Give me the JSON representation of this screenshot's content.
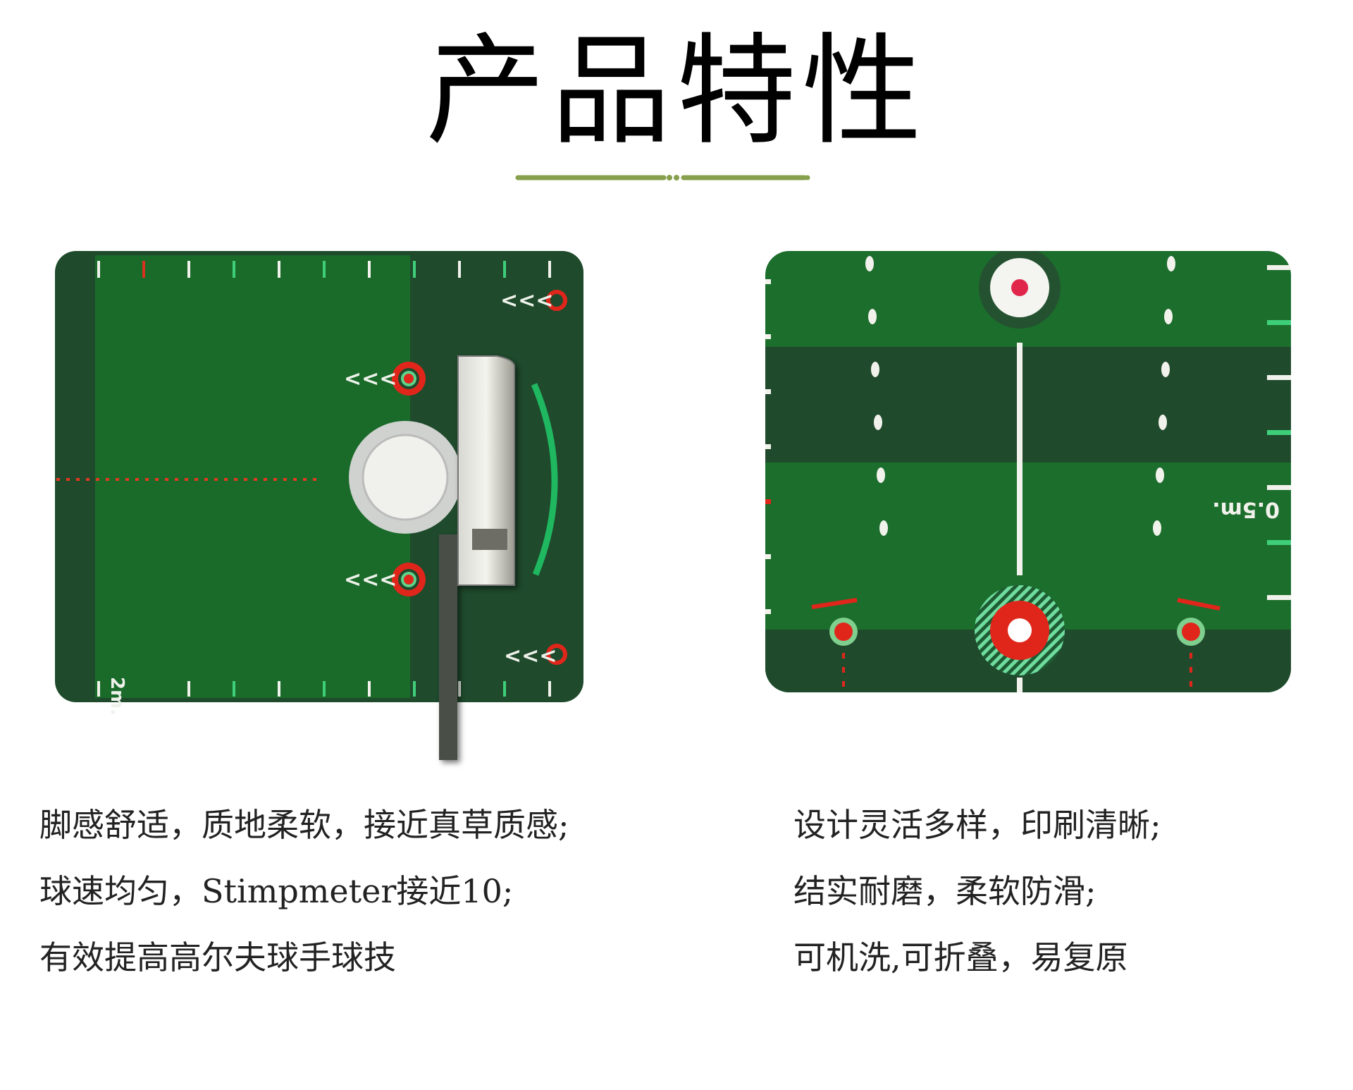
{
  "title": "产品特性",
  "colors": {
    "divider": "#87a04d",
    "mat_dark": "#1f4a2c",
    "mat_green": "#1a6a2a",
    "target_red": "#e0261b",
    "arc_green": "#1fb860"
  },
  "left_panel": {
    "mat_label": "2m.",
    "arrow_glyph": "<<<",
    "features": [
      "脚感舒适，质地柔软，接近真草质感;",
      "球速均匀，Stimpmeter接近10;",
      "有效提高高尔夫球手球技"
    ]
  },
  "right_panel": {
    "mat_label": "0.5m.",
    "features": [
      "设计灵活多样，印刷清晰;",
      "结实耐磨，柔软防滑;",
      "可机洗,可折叠，易复原"
    ]
  }
}
